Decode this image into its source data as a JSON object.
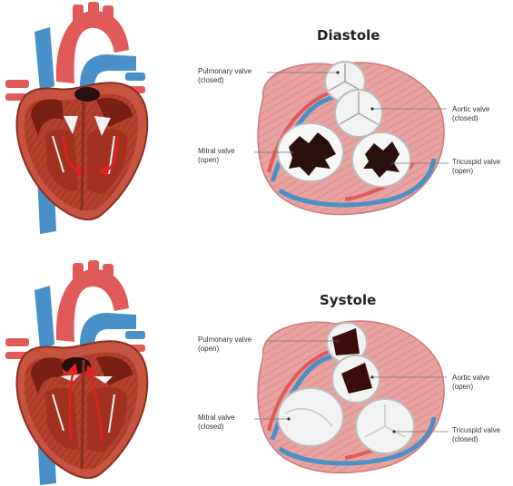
{
  "diastole": {
    "title": "Diastole",
    "pulmonary": {
      "name": "Pulmonary valve",
      "state": "(closed)"
    },
    "aortic": {
      "name": "Aortic valve",
      "state": "(closed)"
    },
    "mitral": {
      "name": "Mitral valve",
      "state": "(open)"
    },
    "tricuspid": {
      "name": "Tricuspid valve",
      "state": "(open)"
    }
  },
  "systole": {
    "title": "Systole",
    "pulmonary": {
      "name": "Pulmonary valve",
      "state": "(open)"
    },
    "aortic": {
      "name": "Aortic valve",
      "state": "(open)"
    },
    "mitral": {
      "name": "Mitral valve",
      "state": "(closed)"
    },
    "tricuspid": {
      "name": "Tricuspid valve",
      "state": "(closed)"
    }
  },
  "colors": {
    "vein_blue": "#4a90c8",
    "artery_red": "#e05a5a",
    "myocardium": "#b5402e",
    "outer_tissue": "#e8a3a0",
    "valve_white": "#f2f2f2",
    "opening_dark": "#2a0f0f",
    "blood_arrow": "#e41f1f"
  }
}
